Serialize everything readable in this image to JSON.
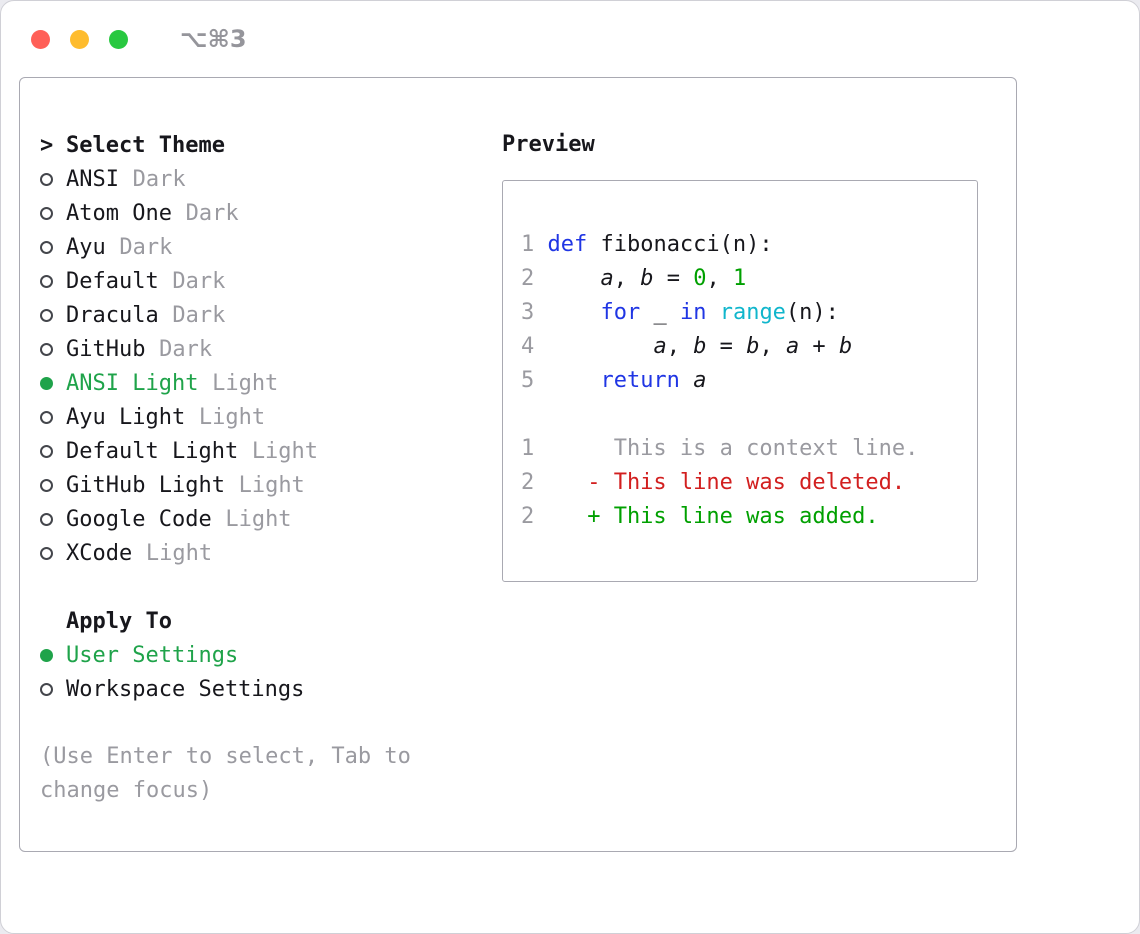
{
  "window": {
    "shortcut": "⌥⌘3"
  },
  "colors": {
    "accent_green": "#1fa34a",
    "keyword_blue": "#2036e4",
    "number_green": "#00a000",
    "builtin_cyan": "#10b6cc",
    "deleted_red": "#d21f1f",
    "added_green": "#00a000",
    "muted_gray": "#9a9aa0",
    "traffic_red": "#ff5f57",
    "traffic_yellow": "#febc2e",
    "traffic_green": "#28c840"
  },
  "theme_panel": {
    "title_prefix": ">",
    "title": "Select Theme",
    "items": [
      {
        "label": "ANSI",
        "suffix": "Dark",
        "selected": false
      },
      {
        "label": "Atom One",
        "suffix": "Dark",
        "selected": false
      },
      {
        "label": "Ayu",
        "suffix": "Dark",
        "selected": false
      },
      {
        "label": "Default",
        "suffix": "Dark",
        "selected": false
      },
      {
        "label": "Dracula",
        "suffix": "Dark",
        "selected": false
      },
      {
        "label": "GitHub",
        "suffix": "Dark",
        "selected": false
      },
      {
        "label": "ANSI Light",
        "suffix": "Light",
        "selected": true
      },
      {
        "label": "Ayu Light",
        "suffix": "Light",
        "selected": false
      },
      {
        "label": "Default Light",
        "suffix": "Light",
        "selected": false
      },
      {
        "label": "GitHub Light",
        "suffix": "Light",
        "selected": false
      },
      {
        "label": "Google Code",
        "suffix": "Light",
        "selected": false
      },
      {
        "label": "XCode",
        "suffix": "Light",
        "selected": false
      }
    ],
    "apply_to": {
      "title": "Apply To",
      "options": [
        {
          "label": "User Settings",
          "selected": true
        },
        {
          "label": "Workspace Settings",
          "selected": false
        }
      ]
    },
    "hint": "(Use Enter to select, Tab to change focus)"
  },
  "preview": {
    "title": "Preview",
    "lines": [
      {
        "num": "1",
        "tokens": [
          {
            "text": "def",
            "style": "kw"
          },
          {
            "text": " fibonacci(n):",
            "style": "plain"
          }
        ]
      },
      {
        "num": "2",
        "tokens": [
          {
            "text": "    ",
            "style": "plain"
          },
          {
            "text": "a",
            "style": "var"
          },
          {
            "text": ", ",
            "style": "plain"
          },
          {
            "text": "b",
            "style": "var"
          },
          {
            "text": " = ",
            "style": "plain"
          },
          {
            "text": "0",
            "style": "num"
          },
          {
            "text": ", ",
            "style": "plain"
          },
          {
            "text": "1",
            "style": "num"
          }
        ]
      },
      {
        "num": "3",
        "tokens": [
          {
            "text": "    ",
            "style": "plain"
          },
          {
            "text": "for",
            "style": "kw"
          },
          {
            "text": " _ ",
            "style": "plain"
          },
          {
            "text": "in",
            "style": "kw"
          },
          {
            "text": " ",
            "style": "plain"
          },
          {
            "text": "range",
            "style": "builtin"
          },
          {
            "text": "(n):",
            "style": "plain"
          }
        ]
      },
      {
        "num": "4",
        "tokens": [
          {
            "text": "        ",
            "style": "plain"
          },
          {
            "text": "a",
            "style": "var"
          },
          {
            "text": ", ",
            "style": "plain"
          },
          {
            "text": "b",
            "style": "var"
          },
          {
            "text": " = ",
            "style": "plain"
          },
          {
            "text": "b",
            "style": "var"
          },
          {
            "text": ", ",
            "style": "plain"
          },
          {
            "text": "a",
            "style": "var"
          },
          {
            "text": " + ",
            "style": "plain"
          },
          {
            "text": "b",
            "style": "var"
          }
        ]
      },
      {
        "num": "5",
        "tokens": [
          {
            "text": "    ",
            "style": "plain"
          },
          {
            "text": "return",
            "style": "kw"
          },
          {
            "text": " ",
            "style": "plain"
          },
          {
            "text": "a",
            "style": "var"
          }
        ]
      },
      {
        "num": "",
        "tokens": []
      },
      {
        "num": "1",
        "tokens": [
          {
            "text": "     This is a context line.",
            "style": "ctx"
          }
        ]
      },
      {
        "num": "2",
        "tokens": [
          {
            "text": "   - This line was deleted.",
            "style": "del"
          }
        ]
      },
      {
        "num": "2",
        "tokens": [
          {
            "text": "   + This line was added.",
            "style": "add"
          }
        ]
      }
    ]
  }
}
